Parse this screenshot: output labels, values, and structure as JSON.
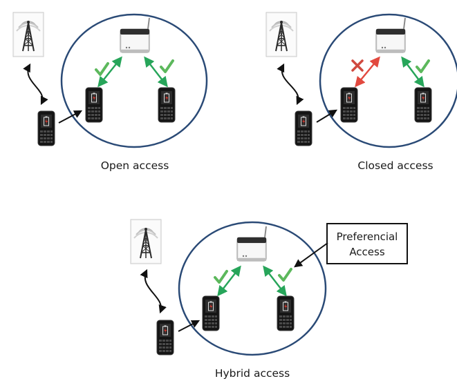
{
  "captions": {
    "open": "Open access",
    "closed": "Closed access",
    "hybrid": "Hybrid access"
  },
  "callout": {
    "line1": "Preferencial",
    "line2": "Access"
  },
  "colors": {
    "cell_circle": "#2a4a76",
    "allowed_link": "#27a55a",
    "denied_link": "#e2493f",
    "check_mark": "#5cb85c",
    "denied_mark": "#d0493f"
  }
}
